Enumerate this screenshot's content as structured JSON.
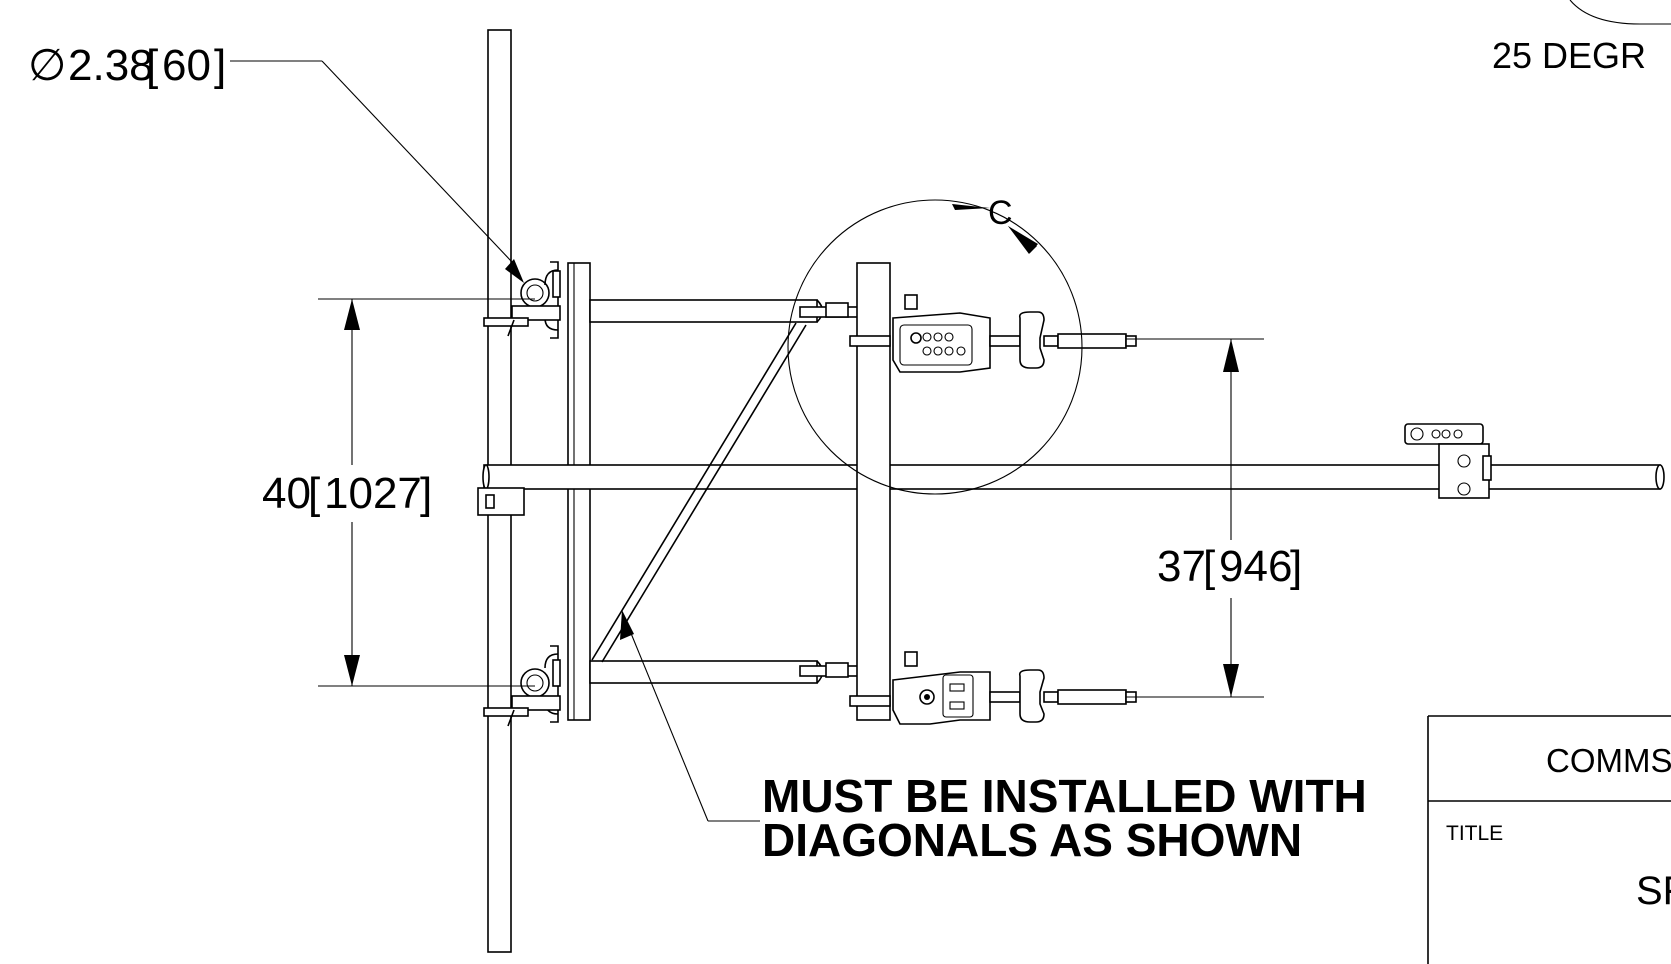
{
  "diameter_callout": {
    "symbol": "∅",
    "imperial": "2.38",
    "metric": "60"
  },
  "angle_label": "25 DEGR",
  "detail_label": "C",
  "dim_mount_spacing": {
    "imperial": "40",
    "metric": "1027"
  },
  "dim_arm_spacing": {
    "imperial": "37",
    "metric": "946"
  },
  "note": {
    "line1": "MUST BE INSTALLED WITH",
    "line2": "DIAGONALS AS SHOWN"
  },
  "title_block": {
    "company": "COMMSC",
    "title_label": "TITLE",
    "title_value": "SF"
  }
}
